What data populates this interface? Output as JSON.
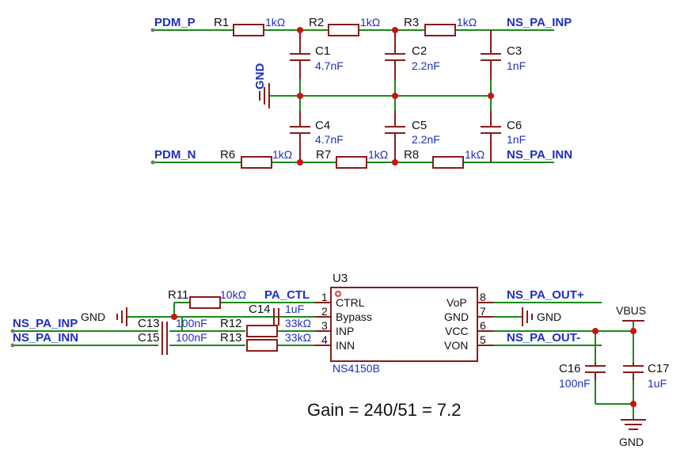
{
  "nets": {
    "pdm_p": "PDM_P",
    "pdm_n": "PDM_N",
    "ns_pa_inp": "NS_PA_INP",
    "ns_pa_inn": "NS_PA_INN",
    "pa_ctl": "PA_CTL",
    "ns_pa_out_p": "NS_PA_OUT+",
    "ns_pa_out_n": "NS_PA_OUT-",
    "vbus": "VBUS",
    "gnd": "GND"
  },
  "resistors": {
    "r1": {
      "ref": "R1",
      "value": "1kΩ"
    },
    "r2": {
      "ref": "R2",
      "value": "1kΩ"
    },
    "r3": {
      "ref": "R3",
      "value": "1kΩ"
    },
    "r6": {
      "ref": "R6",
      "value": "1kΩ"
    },
    "r7": {
      "ref": "R7",
      "value": "1kΩ"
    },
    "r8": {
      "ref": "R8",
      "value": "1kΩ"
    },
    "r11": {
      "ref": "R11",
      "value": "10kΩ"
    },
    "r12": {
      "ref": "R12",
      "value": "33kΩ"
    },
    "r13": {
      "ref": "R13",
      "value": "33kΩ"
    }
  },
  "capacitors": {
    "c1": {
      "ref": "C1",
      "value": "4.7nF"
    },
    "c2": {
      "ref": "C2",
      "value": "2.2nF"
    },
    "c3": {
      "ref": "C3",
      "value": "1nF"
    },
    "c4": {
      "ref": "C4",
      "value": "4.7nF"
    },
    "c5": {
      "ref": "C5",
      "value": "2.2nF"
    },
    "c6": {
      "ref": "C6",
      "value": "1nF"
    },
    "c13": {
      "ref": "C13",
      "value": "100nF"
    },
    "c14": {
      "ref": "C14",
      "value": "1uF"
    },
    "c15": {
      "ref": "C15",
      "value": "100nF"
    },
    "c16": {
      "ref": "C16",
      "value": "100nF"
    },
    "c17": {
      "ref": "C17",
      "value": "1uF"
    }
  },
  "ic": {
    "ref": "U3",
    "part": "NS4150B",
    "pins": {
      "p1": {
        "num": "1",
        "name": "CTRL"
      },
      "p2": {
        "num": "2",
        "name": "Bypass"
      },
      "p3": {
        "num": "3",
        "name": "INP"
      },
      "p4": {
        "num": "4",
        "name": "INN"
      },
      "p5": {
        "num": "5",
        "name": "VON"
      },
      "p6": {
        "num": "6",
        "name": "VCC"
      },
      "p7": {
        "num": "7",
        "name": "GND"
      },
      "p8": {
        "num": "8",
        "name": "VoP"
      }
    }
  },
  "gain_note": "Gain = 240/51 = 7.2",
  "colors": {
    "wire": "#1a8a1a",
    "component": "#8b1a1a",
    "net_label": "#1f2fbf",
    "junction": "#cc1111"
  }
}
